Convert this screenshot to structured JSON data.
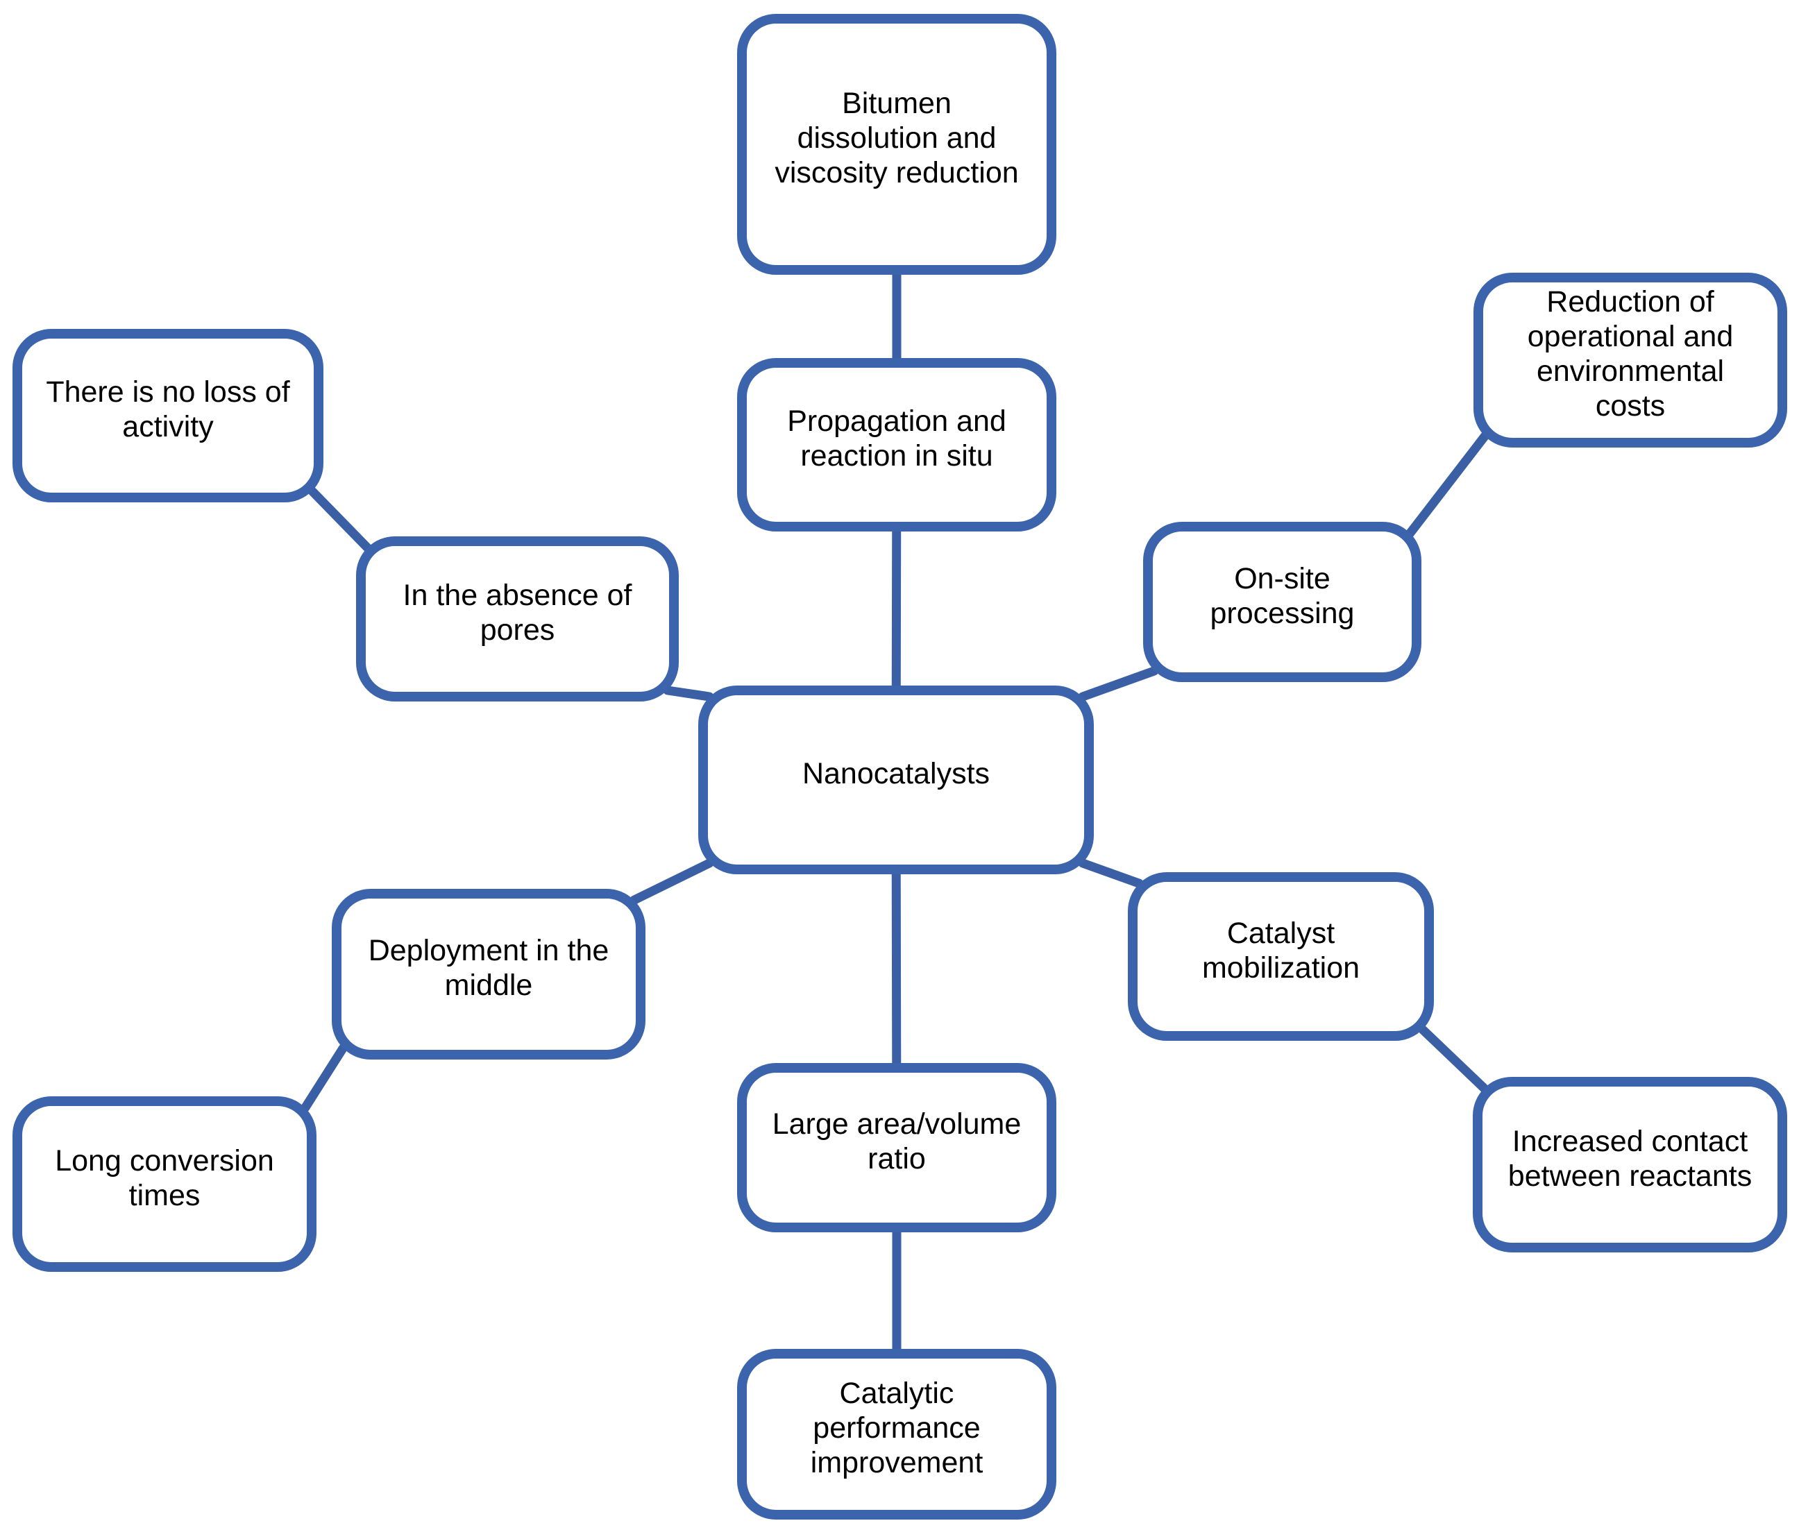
{
  "diagram": {
    "title": "Nanocatalysts",
    "colors": {
      "box_border": "#3b64ac",
      "connector": "#3a5fa5",
      "box_fill": "#ffffff",
      "text": "#000000",
      "background": "#ffffff"
    },
    "nodes": [
      {
        "id": "bitumen",
        "label": "Bitumen\ndissolution and\nviscosity reduction"
      },
      {
        "id": "propagation",
        "label": "Propagation and\nreaction in situ"
      },
      {
        "id": "reduction",
        "label": "Reduction of\noperational and\nenvironmental\ncosts"
      },
      {
        "id": "onsite",
        "label": "On-site processing"
      },
      {
        "id": "nano",
        "label": "Nanocatalysts"
      },
      {
        "id": "noloss",
        "label": "There is no loss of\nactivity"
      },
      {
        "id": "pores",
        "label": "In the absence of\npores"
      },
      {
        "id": "deployment",
        "label": "Deployment in the\nmiddle"
      },
      {
        "id": "conversion",
        "label": "Long conversion\ntimes"
      },
      {
        "id": "mobilization",
        "label": "Catalyst\nmobilization"
      },
      {
        "id": "contact",
        "label": "Increased contact\nbetween reactants"
      },
      {
        "id": "ratio",
        "label": "Large area/volume\nratio"
      },
      {
        "id": "performance",
        "label": "Catalytic\nperformance\nimprovement"
      }
    ],
    "edges": [
      {
        "from": "bitumen",
        "to": "propagation",
        "type": "vertical"
      },
      {
        "from": "propagation",
        "to": "nano",
        "type": "vertical"
      },
      {
        "from": "nano",
        "to": "ratio",
        "type": "vertical"
      },
      {
        "from": "ratio",
        "to": "performance",
        "type": "vertical"
      },
      {
        "from": "reduction",
        "to": "onsite",
        "type": "corner",
        "fromCorner": "bl",
        "toCorner": "tr"
      },
      {
        "from": "onsite",
        "to": "nano",
        "type": "corner",
        "fromCorner": "bl",
        "toCorner": "tr"
      },
      {
        "from": "noloss",
        "to": "pores",
        "type": "corner",
        "fromCorner": "br",
        "toCorner": "tl"
      },
      {
        "from": "pores",
        "to": "nano",
        "type": "corner",
        "fromCorner": "br",
        "toCorner": "tl"
      },
      {
        "from": "nano",
        "to": "deployment",
        "type": "corner",
        "fromCorner": "bl",
        "toCorner": "tr"
      },
      {
        "from": "deployment",
        "to": "conversion",
        "type": "corner",
        "fromCorner": "bl",
        "toCorner": "tr"
      },
      {
        "from": "nano",
        "to": "mobilization",
        "type": "corner",
        "fromCorner": "br",
        "toCorner": "tl"
      },
      {
        "from": "mobilization",
        "to": "contact",
        "type": "corner",
        "fromCorner": "br",
        "toCorner": "tl"
      }
    ]
  }
}
